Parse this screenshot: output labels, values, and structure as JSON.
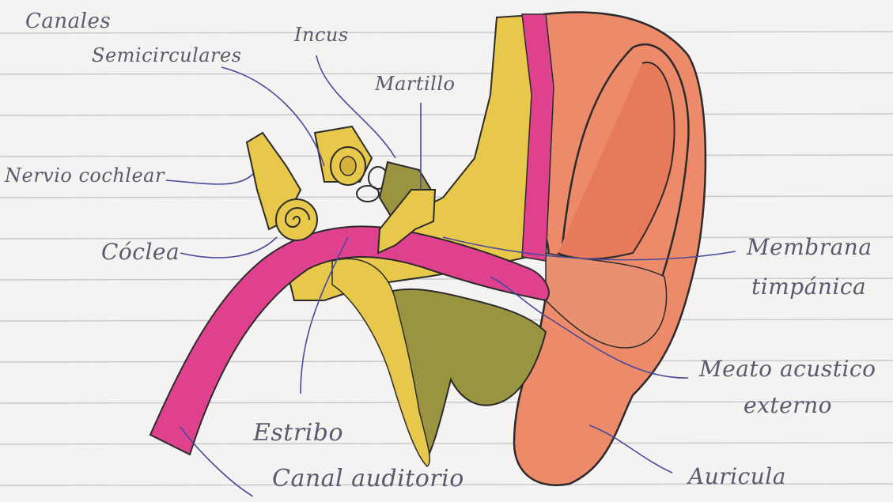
{
  "labels": {
    "canales_1": "Canales",
    "canales_2": "Semicirculares",
    "yunque": "Incus",
    "martillo": "Martillo",
    "nervio": "Nervio cochlear",
    "coclea": "Cóclea",
    "membrana_1": "Membrana",
    "membrana_2": "timpánica",
    "meato_1": "Meato acustico",
    "meato_2": "externo",
    "estribo": "Estribo",
    "canal": "Canal auditorio",
    "auricula": "Auricula"
  },
  "colors": {
    "paper": "#f4f3f1",
    "rule_line": "#c9c9cf",
    "ink": "#5a5a6e",
    "pointer": "#4a4a9a",
    "auricle": "#ec8a6a",
    "canal_pink": "#e0418f",
    "bone_yellow": "#e8c84a",
    "olive": "#9a9440"
  }
}
